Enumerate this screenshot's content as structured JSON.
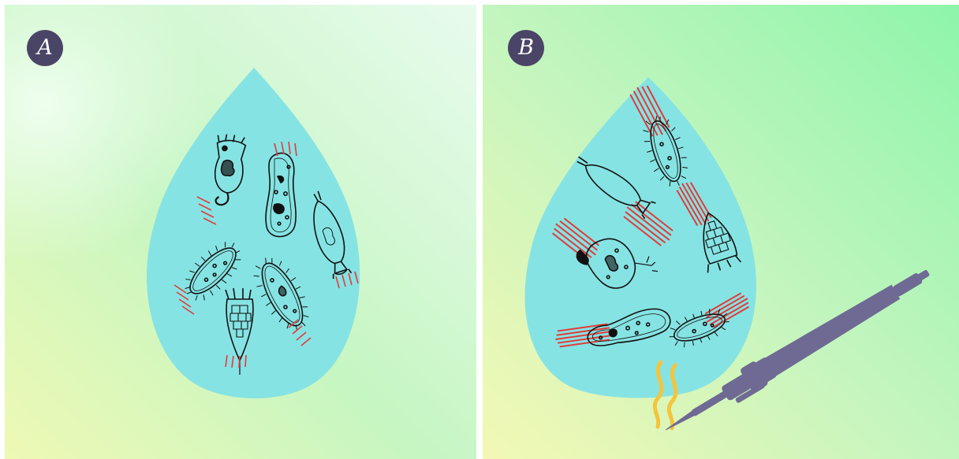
{
  "panels": [
    {
      "id": "A",
      "label": "A"
    },
    {
      "id": "B",
      "label": "B"
    }
  ],
  "colors": {
    "drop": "#86e3e3",
    "microbe_outline": "#111111",
    "motion_lines": "#e23b3b",
    "soldering_iron": "#6f6a93",
    "flame": "#f5c43a",
    "badge": "#4a4566",
    "background_green": "#b9f5c6",
    "background_yellow": "#eef8b0"
  },
  "icons": [
    "water-drop-icon",
    "paramecium-icon",
    "rotifer-icon",
    "testate-amoeba-icon",
    "vorticella-icon",
    "soldering-iron-icon",
    "heat-flame-icon"
  ]
}
